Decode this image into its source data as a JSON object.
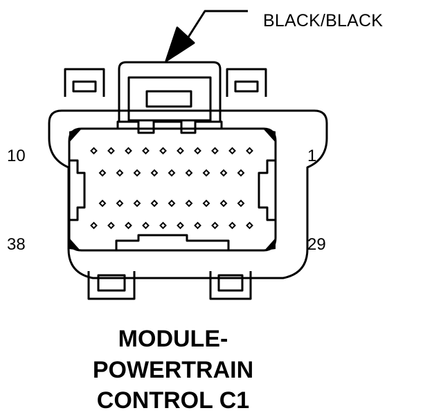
{
  "callout": {
    "label": "BLACK/BLACK"
  },
  "pin_labels": {
    "top_left": "10",
    "top_right": "1",
    "bottom_left": "38",
    "bottom_right": "29"
  },
  "title": {
    "line1": "MODULE-",
    "line2": "POWERTRAIN",
    "line3": "CONTROL C1"
  },
  "connector": {
    "rows": [
      {
        "pins": 10
      },
      {
        "pins": 9
      },
      {
        "pins": 9
      },
      {
        "pins": 10
      }
    ]
  }
}
